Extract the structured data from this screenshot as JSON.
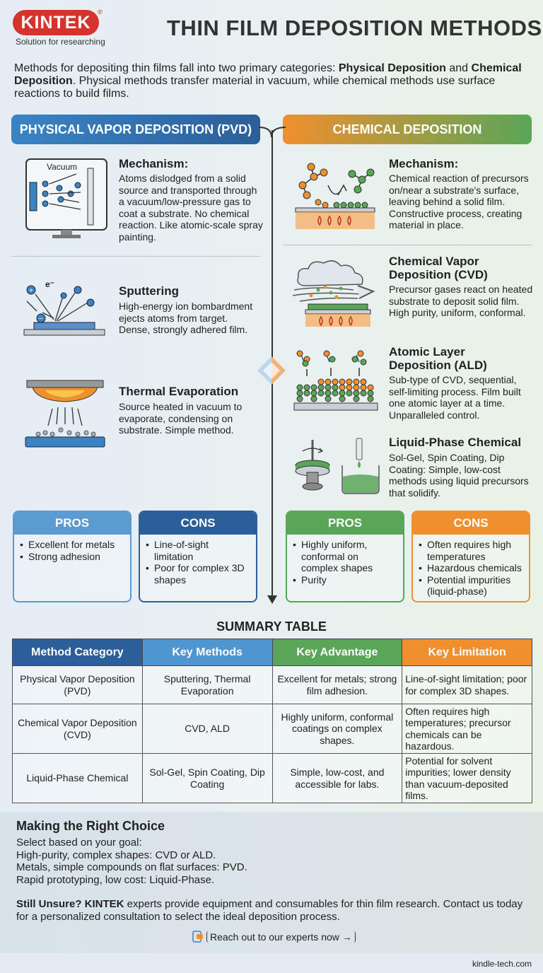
{
  "header": {
    "brand": "KINTEK",
    "registered": "®",
    "tagline": "Solution for researching",
    "title": "THIN FILM DEPOSITION METHODS"
  },
  "intro": {
    "part1": "Methods for depositing thin films fall into two primary categories: ",
    "bold1": "Physical Deposition",
    "part2": " and ",
    "bold2": "Chemical Deposition",
    "part3": ". Physical methods transfer material in vacuum, while chemical methods use surface reactions to build films."
  },
  "pvd": {
    "heading": "PHYSICAL VAPOR DEPOSITION (PVD)",
    "vacuum_label": "Vacuum",
    "electron_label": "e⁻",
    "methods": [
      {
        "title": "Mechanism:",
        "desc": "Atoms dislodged from a solid source and transported through a vacuum/low-pressure gas to coat a substrate. No chemical reaction. Like atomic-scale spray painting."
      },
      {
        "title": "Sputtering",
        "desc": "High-energy ion bombardment ejects atoms from target. Dense, strongly adhered film."
      },
      {
        "title": "Thermal Evaporation",
        "desc": "Source heated in vacuum to evaporate, condensing on substrate. Simple method."
      }
    ],
    "pros": {
      "label": "PROS",
      "items": [
        "Excellent for metals",
        "Strong adhesion"
      ]
    },
    "cons": {
      "label": "CONS",
      "items": [
        "Line-of-sight limitation",
        "Poor for complex 3D shapes"
      ]
    }
  },
  "chem": {
    "heading": "CHEMICAL DEPOSITION",
    "methods": [
      {
        "title": "Mechanism:",
        "desc": "Chemical reaction of precursors on/near a substrate's surface, leaving behind a solid film. Constructive process, creating material in place."
      },
      {
        "title": "Chemical Vapor Deposition (CVD)",
        "desc": "Precursor gases react on heated substrate to deposit solid film. High purity, uniform, conformal."
      },
      {
        "title": "Atomic Layer Deposition (ALD)",
        "desc": "Sub-type of CVD, sequential, self-limiting process. Film built one atomic layer at a time. Unparalleled control."
      },
      {
        "title": "Liquid-Phase Chemical",
        "desc": "Sol-Gel, Spin Coating, Dip Coating: Simple, low-cost methods using liquid precursors that solidify."
      }
    ],
    "pros": {
      "label": "PROS",
      "items": [
        "Highly uniform, conformal on complex shapes",
        "Purity"
      ]
    },
    "cons": {
      "label": "CONS",
      "items": [
        "Often requires high temperatures",
        "Hazardous chemicals",
        "Potential impurities (liquid-phase)"
      ]
    }
  },
  "summary": {
    "title": "SUMMARY TABLE",
    "headers": [
      "Method Category",
      "Key Methods",
      "Key Advantage",
      "Key Limitation"
    ],
    "rows": [
      [
        "Physical Vapor Deposition (PVD)",
        "Sputtering, Thermal Evaporation",
        "Excellent for metals; strong film adhesion.",
        "Line-of-sight limitation; poor for complex 3D shapes."
      ],
      [
        "Chemical Vapor Deposition (CVD)",
        "CVD, ALD",
        "Highly uniform, conformal coatings on complex shapes.",
        "Often requires high temperatures; precursor chemicals can be hazardous."
      ],
      [
        "Liquid-Phase Chemical",
        "Sol-Gel, Spin Coating, Dip Coating",
        "Simple, low-cost, and accessible for labs.",
        "Potential for solvent impurities; lower density than vacuum-deposited films."
      ]
    ]
  },
  "choice": {
    "title": "Making the Right Choice",
    "lines": [
      "Select based on your goal:",
      "High-purity, complex shapes: CVD or ALD.",
      "Metals, simple compounds on flat surfaces: PVD.",
      "Rapid prototyping, low cost: Liquid-Phase."
    ],
    "unsure_bold": "Still Unsure? KINTEK",
    "unsure_text": " experts provide equipment and consumables for thin film research. Contact us today for a personalized consultation to select the ideal deposition process.",
    "cta": "Reach out to our experts now →"
  },
  "footer": {
    "url": "kindle-tech.com"
  },
  "colors": {
    "pvd_blue": "#2c5f9a",
    "light_blue": "#3a84c4",
    "chem_green": "#5aa658",
    "chem_orange": "#f08f2e"
  }
}
